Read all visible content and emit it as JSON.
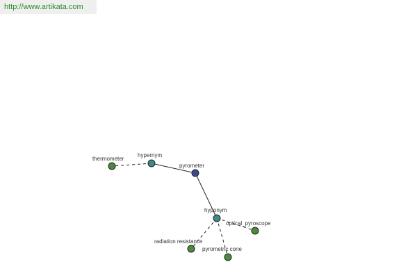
{
  "source_url": "http://www.artikata.com",
  "colors": {
    "center_node": "#3a4a8c",
    "relation_node": "#3d8a8a",
    "leaf_node": "#4a8c3a"
  },
  "graph": {
    "nodes": [
      {
        "id": "pyrometer",
        "label": "pyrometer",
        "kind": "center"
      },
      {
        "id": "hypernym",
        "label": "hypernym",
        "kind": "relation"
      },
      {
        "id": "hyponym",
        "label": "hyponym",
        "kind": "relation"
      },
      {
        "id": "thermometer",
        "label": "thermometer",
        "kind": "leaf"
      },
      {
        "id": "optical_pyroscope",
        "label": "optical_pyroscope",
        "kind": "leaf"
      },
      {
        "id": "radiation_resistance",
        "label": "radiation resistance",
        "kind": "leaf"
      },
      {
        "id": "pyrometric_cone",
        "label": "pyrometric cone",
        "kind": "leaf"
      }
    ],
    "edges": [
      {
        "from": "pyrometer",
        "to": "hypernym",
        "style": "solid"
      },
      {
        "from": "pyrometer",
        "to": "hyponym",
        "style": "solid"
      },
      {
        "from": "hypernym",
        "to": "thermometer",
        "style": "dashed"
      },
      {
        "from": "hyponym",
        "to": "optical_pyroscope",
        "style": "dashed"
      },
      {
        "from": "hyponym",
        "to": "radiation_resistance",
        "style": "dashed"
      },
      {
        "from": "hyponym",
        "to": "pyrometric_cone",
        "style": "dashed"
      }
    ]
  }
}
